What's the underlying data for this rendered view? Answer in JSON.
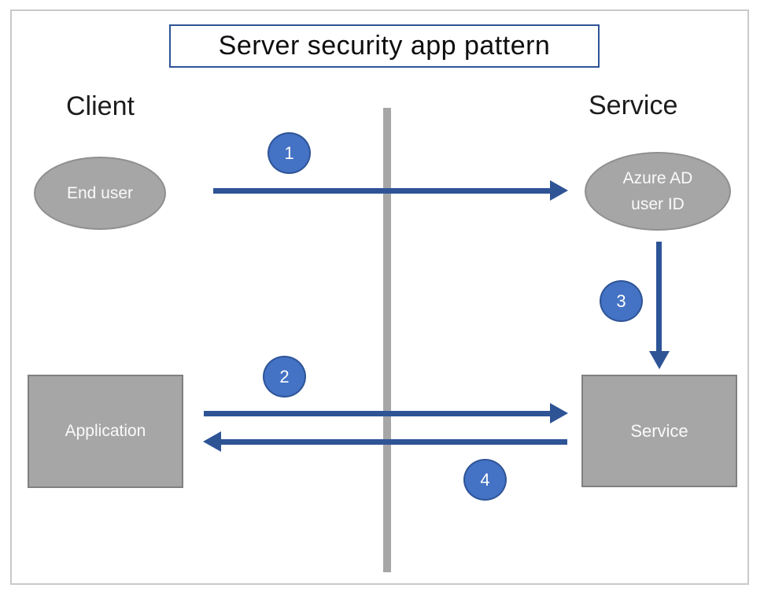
{
  "title": "Server security app pattern",
  "headers": {
    "client": "Client",
    "service": "Service"
  },
  "nodes": {
    "end_user": {
      "label": "End user"
    },
    "azure_ad": {
      "line1": "Azure AD",
      "line2": "user ID"
    },
    "application": {
      "label": "Application"
    },
    "service": {
      "label": "Service"
    }
  },
  "steps": {
    "s1": "1",
    "s2": "2",
    "s3": "3",
    "s4": "4"
  },
  "colors": {
    "arrow_blue": "#2e5496",
    "badge_fill": "#4472c4",
    "badge_border": "#2e5496",
    "shape_gray": "#a6a6a6",
    "divider_gray": "#a6a6a6",
    "frame_border": "#c9c9c9",
    "title_border": "#2e5496"
  }
}
